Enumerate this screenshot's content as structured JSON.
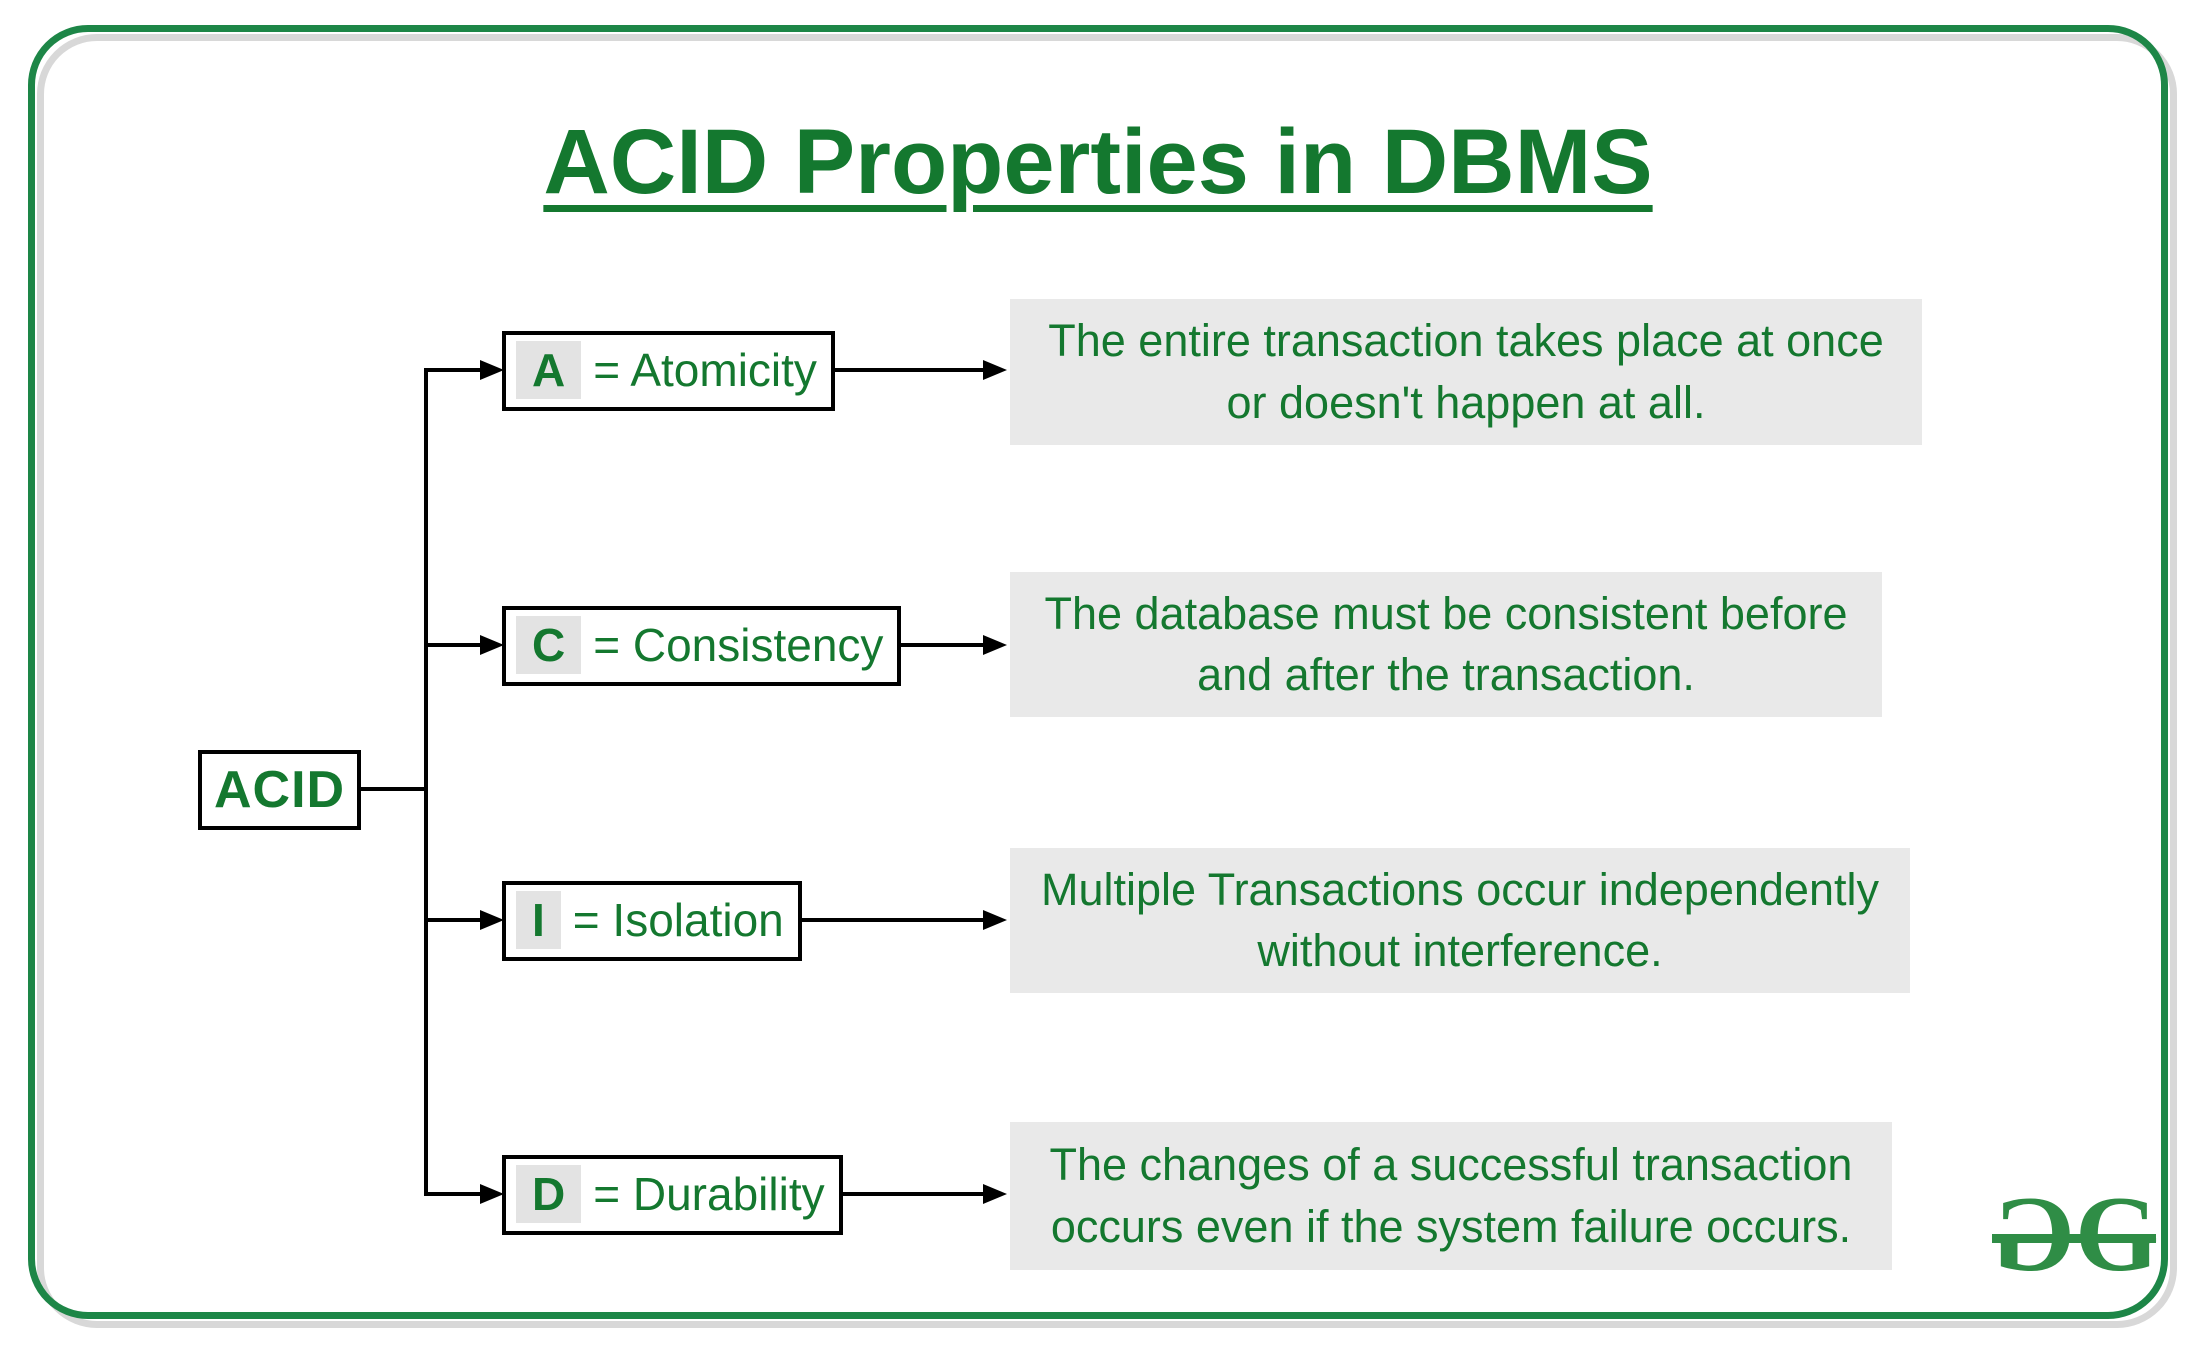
{
  "title": "ACID Properties in DBMS",
  "root": {
    "label": "ACID"
  },
  "rows": [
    {
      "letter": "A",
      "label_rest": "= Atomicity",
      "name": "Atomicity",
      "desc_lines": [
        "The entire transaction takes place at once",
        "or doesn't happen at all."
      ]
    },
    {
      "letter": "C",
      "label_rest": "= Consistency",
      "name": "Consistency",
      "desc_lines": [
        "The database must be consistent before",
        "and after the transaction."
      ]
    },
    {
      "letter": "I",
      "label_rest": "= Isolation",
      "name": "Isolation",
      "desc_lines": [
        "Multiple Transactions occur independently",
        "without interference."
      ]
    },
    {
      "letter": "D",
      "label_rest": "= Durability",
      "name": "Durability",
      "desc_lines": [
        "The changes of a successful transaction",
        "occurs even if the system failure occurs."
      ]
    }
  ],
  "logo": {
    "letters": [
      "G",
      "G"
    ]
  },
  "colors": {
    "text_green": "#14782f",
    "border_green": "#1d8647",
    "logo_green": "#2f8d46",
    "line_black": "#000000",
    "desc_bg": "#e9e9e9",
    "chip_bg": "#e3e3e3",
    "shadow_gray": "#d8d8d8"
  }
}
